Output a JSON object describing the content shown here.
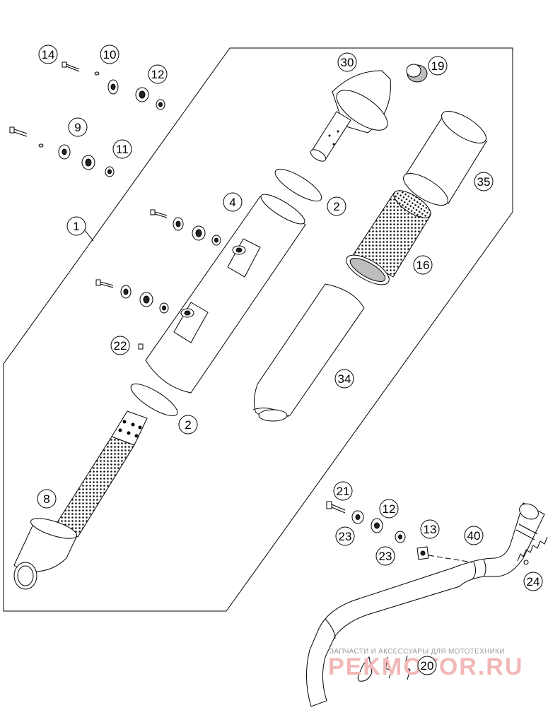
{
  "diagram": {
    "callouts": [
      {
        "id": "c14a",
        "label": "14"
      },
      {
        "id": "c10",
        "label": "10"
      },
      {
        "id": "c12a",
        "label": "12"
      },
      {
        "id": "c9",
        "label": "9"
      },
      {
        "id": "c11",
        "label": "11"
      },
      {
        "id": "c1",
        "label": "1"
      },
      {
        "id": "c4",
        "label": "4"
      },
      {
        "id": "c22",
        "label": "22"
      },
      {
        "id": "c2a",
        "label": "2"
      },
      {
        "id": "c8",
        "label": "8"
      },
      {
        "id": "c30",
        "label": "30"
      },
      {
        "id": "c19",
        "label": "19"
      },
      {
        "id": "c2b",
        "label": "2"
      },
      {
        "id": "c35",
        "label": "35"
      },
      {
        "id": "c16",
        "label": "16"
      },
      {
        "id": "c34",
        "label": "34"
      },
      {
        "id": "c21",
        "label": "21"
      },
      {
        "id": "c12b",
        "label": "12"
      },
      {
        "id": "c23a",
        "label": "23"
      },
      {
        "id": "c13",
        "label": "13"
      },
      {
        "id": "c23b",
        "label": "23"
      },
      {
        "id": "c40",
        "label": "40"
      },
      {
        "id": "c24",
        "label": "24"
      },
      {
        "id": "c20",
        "label": "20"
      }
    ]
  },
  "watermark": {
    "tagline": "ЗАПЧАСТИ И АКСЕССУАРЫ ДЛЯ МОТОТЕХНИКИ",
    "brand": "PEKMOTOR.RU"
  }
}
